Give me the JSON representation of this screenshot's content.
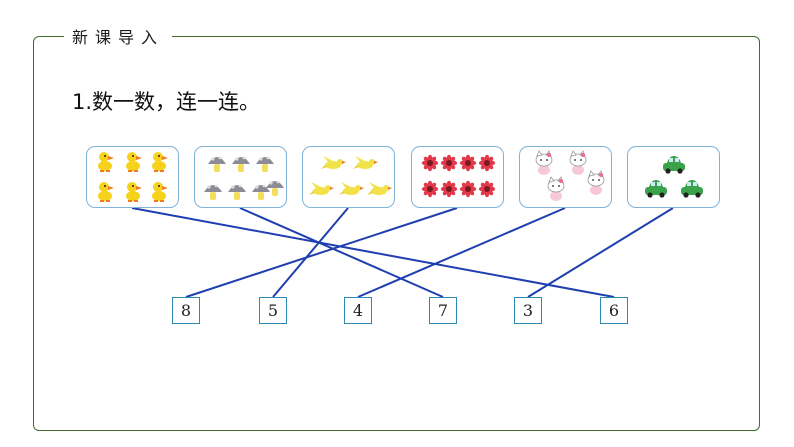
{
  "section_title": "新课导入",
  "heading": "1.数一数，连一连。",
  "cards": [
    {
      "icon": "duck-icon",
      "count": 6
    },
    {
      "icon": "mushroom-icon",
      "count": 7
    },
    {
      "icon": "bird-icon",
      "count": 5
    },
    {
      "icon": "flower-icon",
      "count": 8
    },
    {
      "icon": "kitty-icon",
      "count": 4
    },
    {
      "icon": "car-icon",
      "count": 3
    }
  ],
  "numbers": [
    "8",
    "5",
    "4",
    "7",
    "3",
    "6"
  ],
  "connections": [
    [
      0,
      5
    ],
    [
      1,
      3
    ],
    [
      2,
      1
    ],
    [
      3,
      0
    ],
    [
      4,
      2
    ],
    [
      5,
      4
    ]
  ],
  "colors": {
    "frame": "#3f6b2c",
    "card_border": "#7fb3d9",
    "line": "#1f3fb0",
    "number_border": "#2e8ab3"
  }
}
